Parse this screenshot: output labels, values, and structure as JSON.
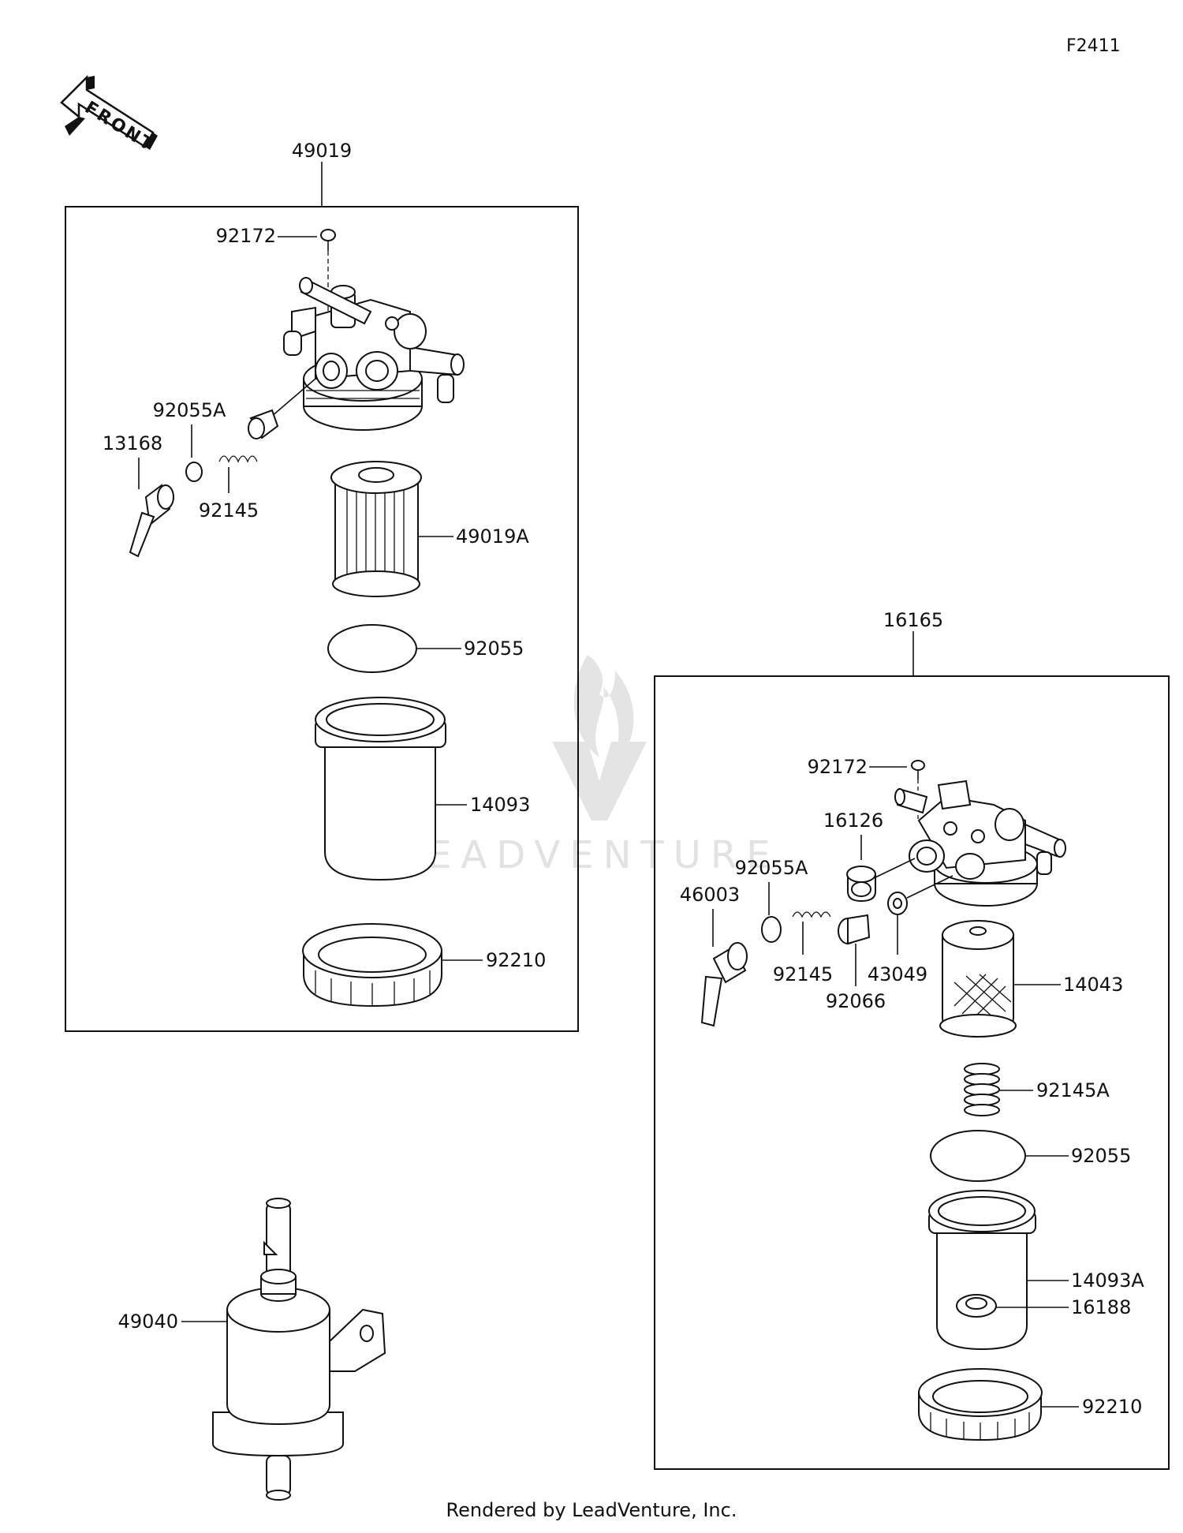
{
  "figure_code": "F2411",
  "front_label": "FRONT",
  "watermark_text": "LEADVENTURE",
  "footer_text": "Rendered by LeadVenture, Inc.",
  "assemblies": [
    {
      "part_number": "49019",
      "parts": [
        "92172",
        "92055A",
        "13168",
        "92145",
        "49019A",
        "92055",
        "14093",
        "92210"
      ]
    },
    {
      "part_number": "16165",
      "parts": [
        "92172",
        "16126",
        "92055A",
        "46003",
        "92145",
        "92066",
        "43049",
        "14043",
        "92145A",
        "92055",
        "14093A",
        "16188",
        "92210"
      ]
    }
  ],
  "standalone_parts": [
    "49040"
  ]
}
